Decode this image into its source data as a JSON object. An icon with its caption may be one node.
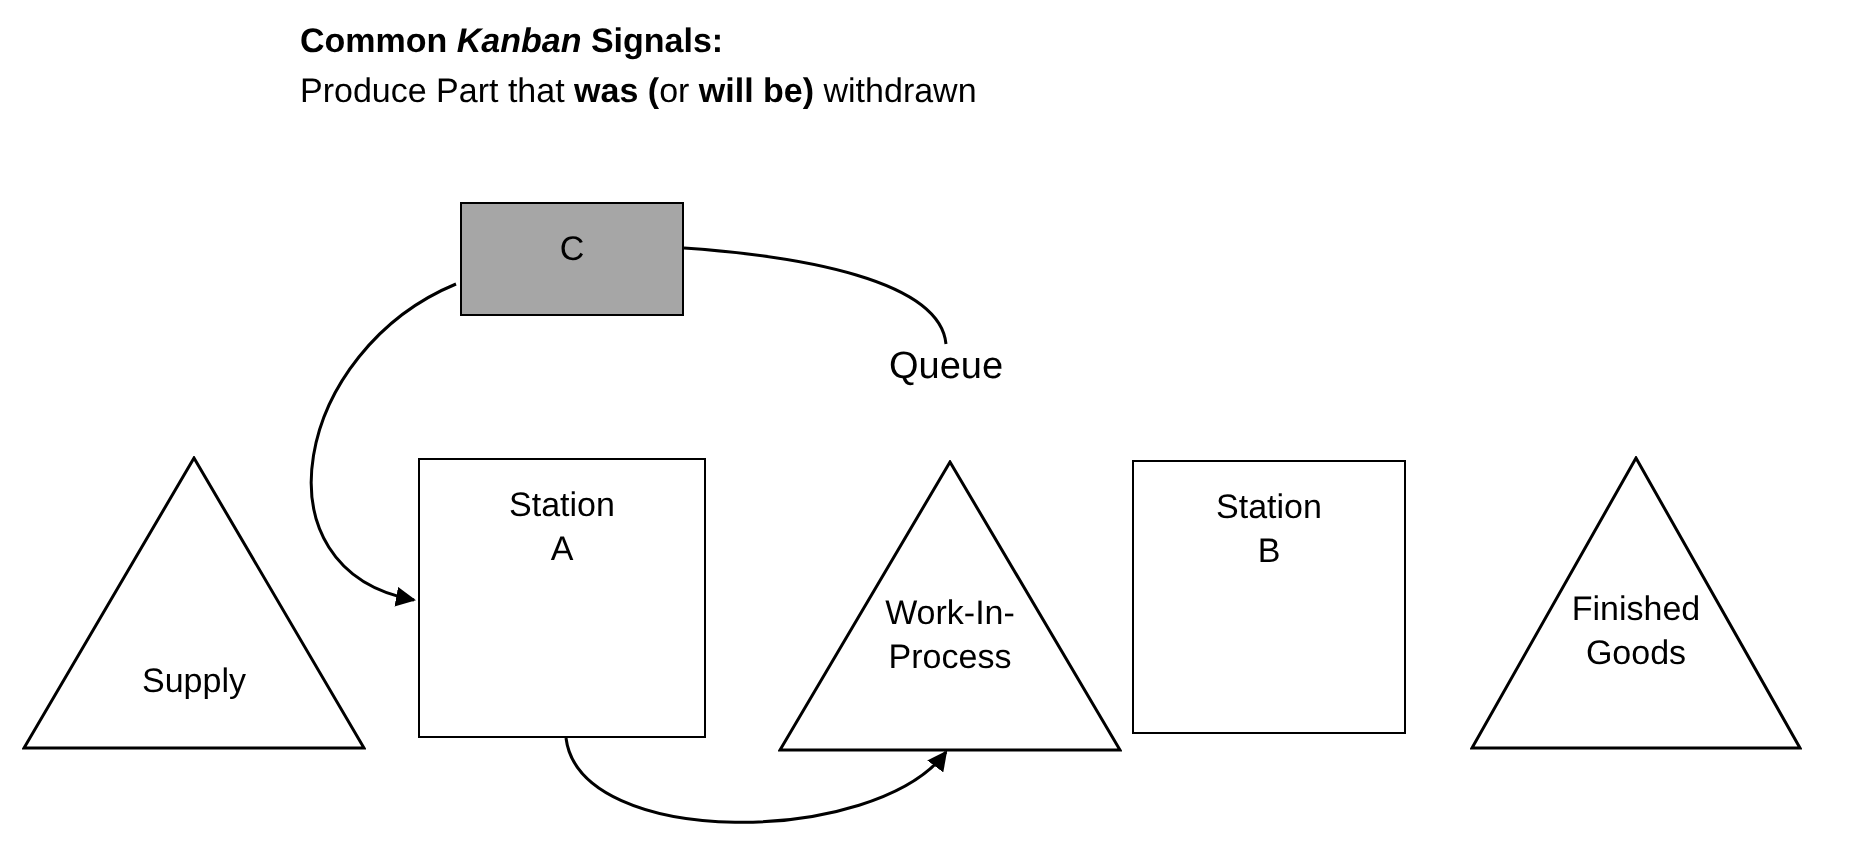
{
  "diagram": {
    "title": "Common *Kanban* Signals:",
    "nodes": [
      {
        "text": [
          "C"
        ]
      },
      {
        "text": [
          "Queue"
        ]
      },
      {
        "text": [
          "Supply"
        ]
      },
      {
        "text": [
          "Station A"
        ]
      },
      {
        "text": [
          "Work-In-Process"
        ]
      },
      {
        "text": [
          "Station B"
        ]
      },
      {
        "text": [
          "Finished Goods"
        ]
      }
    ],
    "edges": [
      {
        "from": 1,
        "to": 0,
        "arrow": "none"
      },
      {
        "from": 0,
        "to": 3,
        "arrow": "to"
      },
      {
        "from": 3,
        "to": 4,
        "arrow": "to"
      }
    ],
    "labels": [
      "Produce Part that **was (**or **will be)** withdrawn"
    ]
  }
}
